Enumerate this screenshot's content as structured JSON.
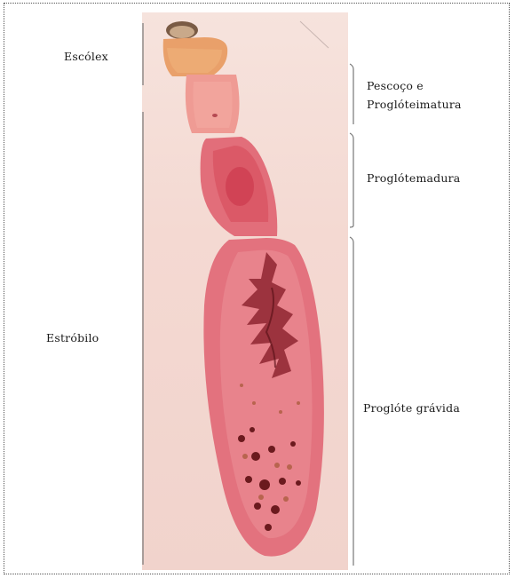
{
  "labels": {
    "escolex": "Escólex",
    "estrobilo": "Estróbilo",
    "pescoco_line1": "Pescoço e",
    "pescoco_line2": "Proglóteimatura",
    "madura": "Proglótemadura",
    "gravida": "Proglóte grávida"
  },
  "colors": {
    "background": "#ffffff",
    "photo_background": "#f4d9d2",
    "segment_pink": "#e77a86",
    "segment_dark": "#c2414e",
    "scolex_orange": "#e9a06a",
    "egg_dark": "#6b1a1e",
    "bracket": "#777777"
  }
}
